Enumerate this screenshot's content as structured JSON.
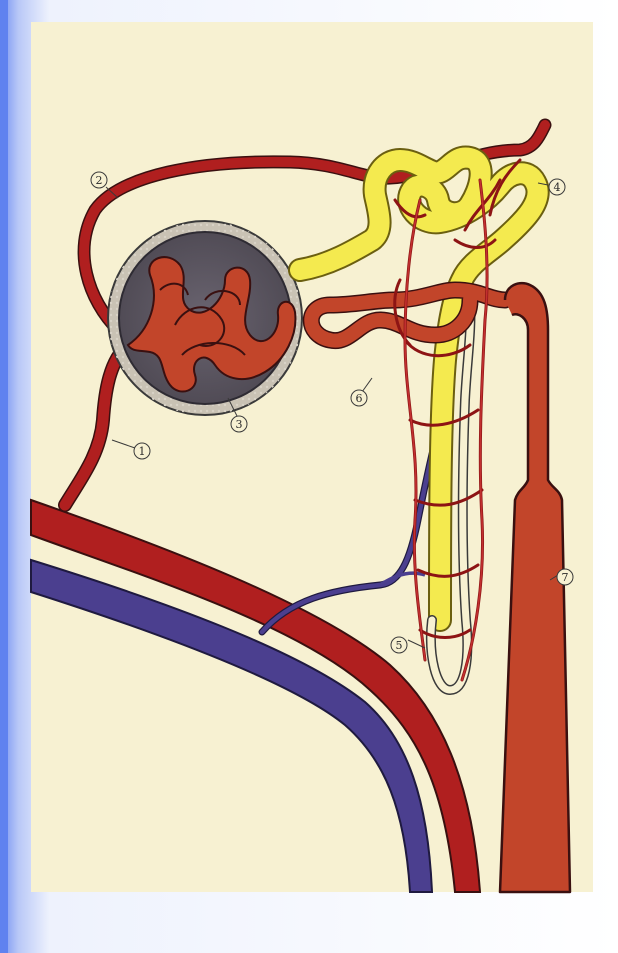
{
  "colors": {
    "frame_gradient_left": "#6f8ff2",
    "frame_gradient_right": "#e9eefc",
    "paper": "#f7f1d2",
    "artery": "#b01f1f",
    "artery_outline": "#3a1010",
    "tubule_red": "#c2452a",
    "tubule_yellow": "#f4ea4f",
    "vein": "#4b3f8f",
    "capsule": "#5a5560",
    "capsule_dots": "#cfc9bd"
  },
  "icons": [
    "kidney-nephron-illustration"
  ],
  "labels": [
    {
      "id": "l1",
      "text": "1"
    },
    {
      "id": "l2",
      "text": "2"
    },
    {
      "id": "l3",
      "text": "3"
    },
    {
      "id": "l4",
      "text": "4"
    },
    {
      "id": "l5",
      "text": "5"
    },
    {
      "id": "l6",
      "text": "6"
    },
    {
      "id": "l7",
      "text": "7"
    }
  ]
}
